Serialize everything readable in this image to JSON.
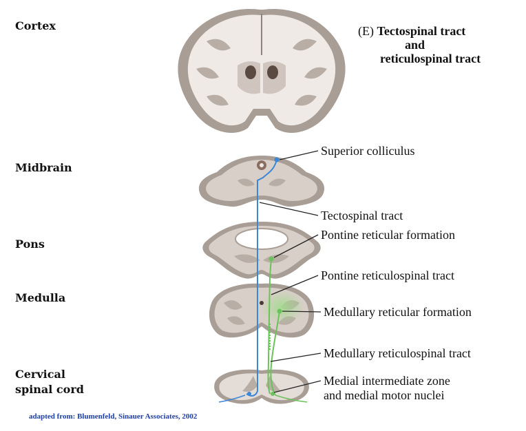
{
  "title": {
    "letter": "(E)",
    "line1": "Tectospinal tract",
    "line2": "and",
    "line3": "reticulospinal tract"
  },
  "levels": {
    "cortex": "Cortex",
    "midbrain": "Midbrain",
    "pons": "Pons",
    "medulla": "Medulla",
    "cervical_line1": "Cervical",
    "cervical_line2": "spinal cord"
  },
  "callouts": {
    "superior_colliculus": "Superior colliculus",
    "tectospinal_tract": "Tectospinal tract",
    "pontine_reticular_formation": "Pontine reticular formation",
    "pontine_reticulospinal_tract": "Pontine reticulospinal tract",
    "medullary_reticular_formation": "Medullary reticular formation",
    "medullary_reticulospinal_tract": "Medullary reticulospinal tract",
    "medial_zone_line1": "Medial intermediate zone",
    "medial_zone_line2": "and medial motor nuclei"
  },
  "credit": "adapted from: Blumenfeld, Sinauer Associates, 2002",
  "colors": {
    "tectospinal": "#3a86d8",
    "reticulospinal": "#6cc25a",
    "tissue": "#d8cfc8",
    "tissue_dark": "#a99e96",
    "white_matter": "#efeae6"
  }
}
